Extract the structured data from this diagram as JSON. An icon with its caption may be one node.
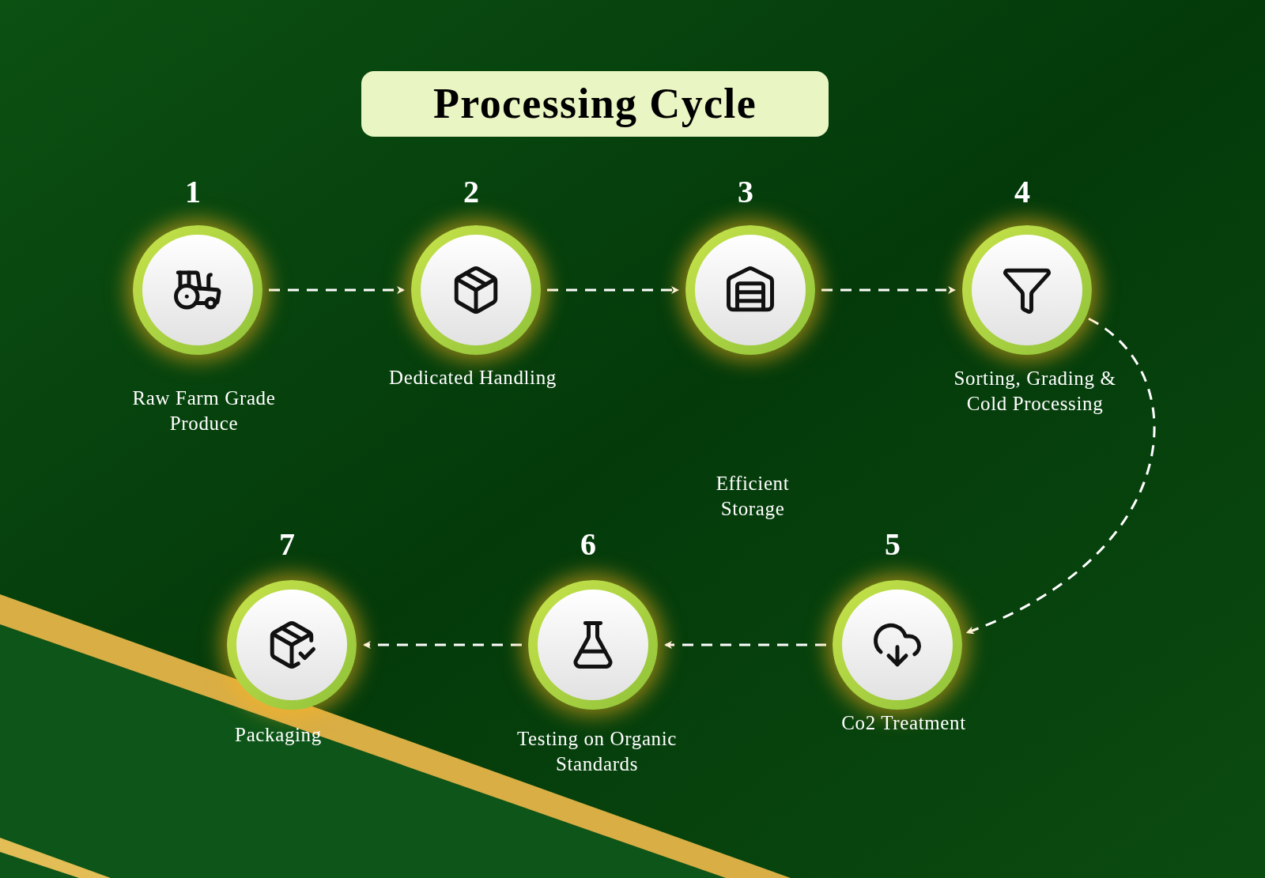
{
  "diagram": {
    "title": "Processing Cycle",
    "nodes": [
      {
        "text": [],
        "shape": "circle",
        "beside": [
          "1",
          "Raw Farm Grade Produce"
        ]
      },
      {
        "text": [],
        "shape": "circle",
        "beside": [
          "2",
          "Dedicated Handling"
        ]
      },
      {
        "text": [],
        "shape": "circle",
        "beside": [
          "3"
        ]
      },
      {
        "text": [],
        "shape": "circle",
        "beside": [
          "4",
          "Sorting, Grading & Cold Processing"
        ]
      },
      {
        "text": [],
        "shape": "circle",
        "beside": [
          "5",
          "Co2 Treatment"
        ]
      },
      {
        "text": [],
        "shape": "circle",
        "beside": [
          "6",
          "Testing on Organic Standards"
        ]
      },
      {
        "text": [],
        "shape": "circle",
        "beside": [
          "7",
          "Packaging"
        ]
      }
    ],
    "edges": [
      {
        "from": 0,
        "to": 1,
        "arrow": "to",
        "style": "dashed"
      },
      {
        "from": 1,
        "to": 2,
        "arrow": "to",
        "style": "dashed"
      },
      {
        "from": 2,
        "to": 3,
        "arrow": "to",
        "style": "dashed"
      },
      {
        "from": 3,
        "to": 4,
        "arrow": "to",
        "style": "dashed"
      },
      {
        "from": 4,
        "to": 5,
        "arrow": "to",
        "style": "dashed"
      },
      {
        "from": 5,
        "to": 6,
        "arrow": "to",
        "style": "dashed"
      }
    ],
    "labels": [
      "Efficient Storage"
    ]
  }
}
